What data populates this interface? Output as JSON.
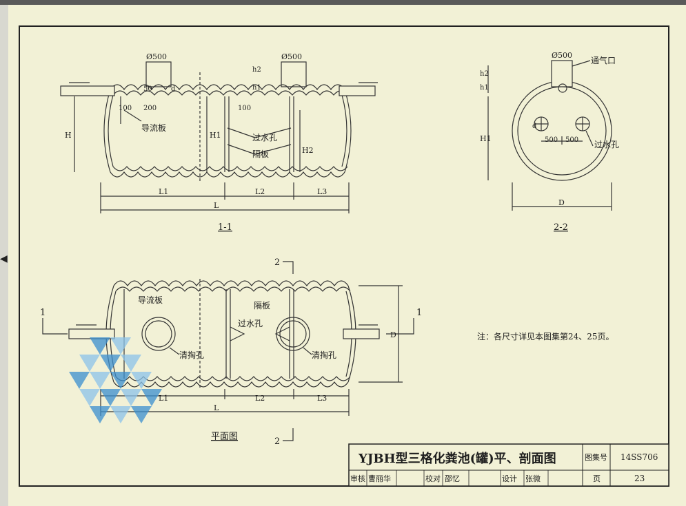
{
  "drawing": {
    "pipe_dia": "Ø500",
    "dim_50": "50",
    "dim_200": "200",
    "dim_100": "100",
    "label_H": "H",
    "label_H1": "H1",
    "label_H2": "H2",
    "label_h1": "h1",
    "label_h2": "h2",
    "label_L": "L",
    "label_L1": "L1",
    "label_L2": "L2",
    "label_L3": "L3",
    "label_D": "D",
    "label_d": "d",
    "flow_guide": "导流板",
    "overflow_hole": "过水孔",
    "partition": "隔板",
    "clean_hole": "清掏孔",
    "vent": "通气口",
    "dim_500": "500",
    "section_11": "1-1",
    "section_22": "2-2",
    "plan_view": "平面图",
    "mark_1": "1",
    "mark_2": "2",
    "note": "注：各尺寸详见本图集第24、25页。"
  },
  "title_block": {
    "title": "YJBH型三格化粪池(罐)平、剖面图",
    "atlas_label": "图集号",
    "atlas_no": "14SS706",
    "review_label": "审核",
    "review_name": "曹丽华",
    "proof_label": "校对",
    "proof_name": "邵忆",
    "design_label": "设计",
    "design_name": "张微",
    "page_label": "页",
    "page_no": "23"
  }
}
